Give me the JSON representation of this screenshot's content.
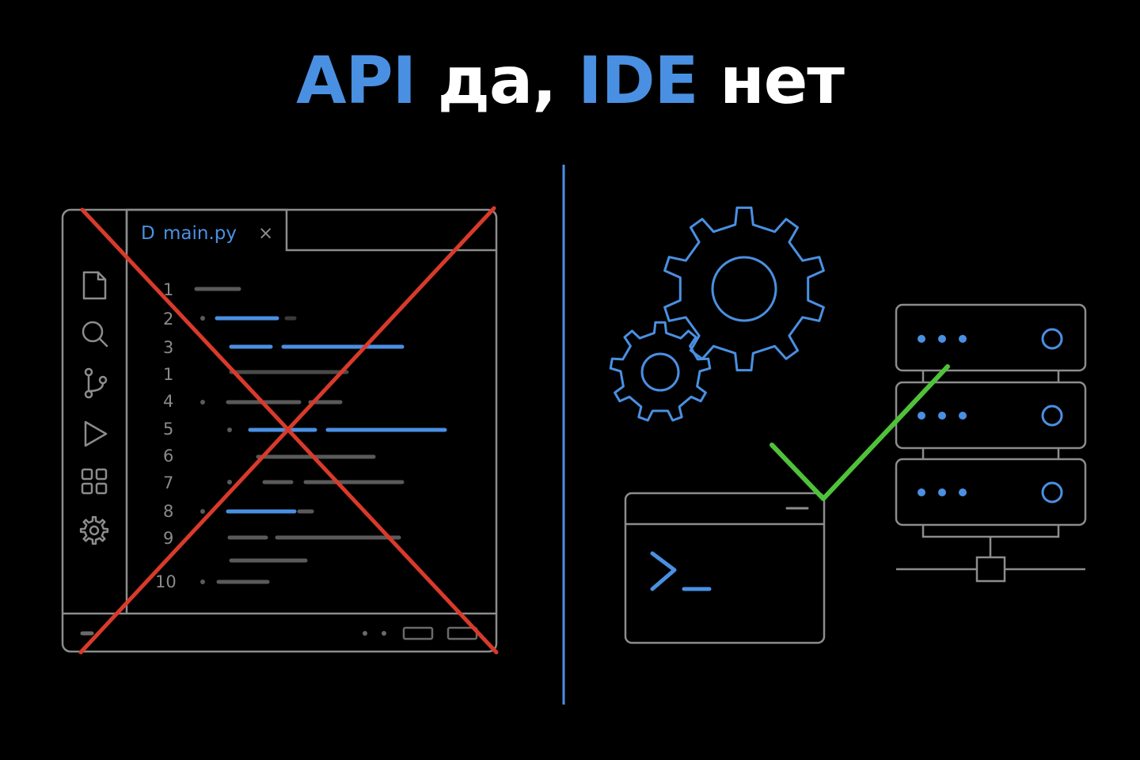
{
  "title": {
    "part1": "API",
    "part2": " да, ",
    "part3": "IDE",
    "part4": " нет"
  },
  "ide": {
    "tab": {
      "icon": "file-icon",
      "label": "main.py",
      "close": "×"
    },
    "sidebar_icons": [
      "file-icon",
      "search-icon",
      "git-branch-icon",
      "run-icon",
      "extensions-icon",
      "settings-gear-icon"
    ],
    "line_numbers": [
      "1",
      "2",
      "3",
      "1",
      "4",
      "5",
      "6",
      "7",
      "8",
      "9",
      "10"
    ]
  },
  "right": {
    "icons": [
      "gear-large-icon",
      "gear-small-icon",
      "terminal-icon",
      "server-rack-icon",
      "checkmark-icon"
    ],
    "terminal_prompt": ">_"
  },
  "colors": {
    "accent_blue": "#4a90e2",
    "cross_red": "#d93a2b",
    "check_green": "#4fc23a",
    "outline_gray": "#8c8c8c",
    "background": "#000000"
  }
}
